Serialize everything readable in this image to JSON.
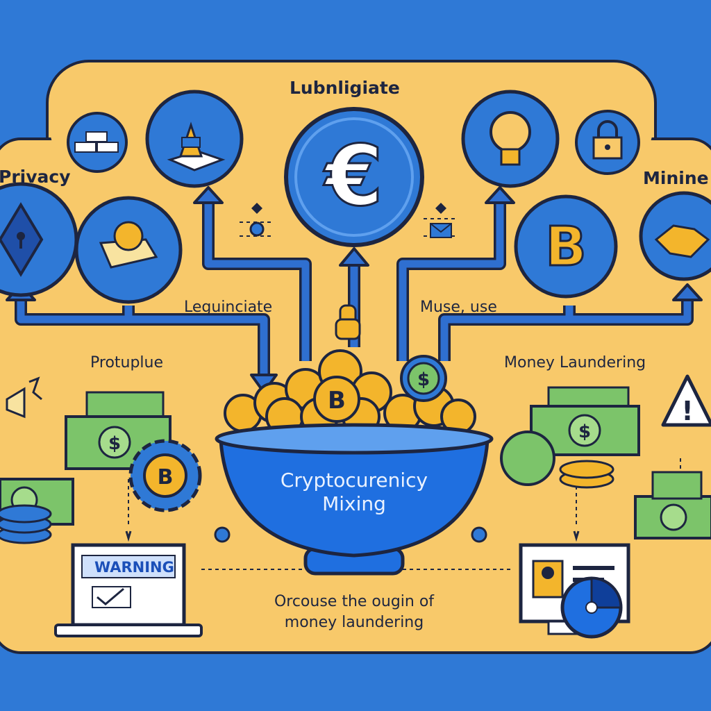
{
  "diagram": {
    "title": "Lubnligiate",
    "labels": {
      "privacy": "Privacy",
      "mining": "Minine",
      "legitimate": "Leguinciate",
      "misuse": "Muse, use",
      "protection": "Protuplue",
      "money_laundering": "Money Laundering"
    },
    "bowl": {
      "line1": "Cryptocurenicy",
      "line2": "Mixing"
    },
    "warning": "WARNING",
    "bottom": {
      "line1": "Orcouse the ougin of",
      "line2": "money laundering"
    },
    "glyphs": {
      "euro": "€",
      "bitcoin": "B",
      "dollar": "$",
      "warning_mark": "!"
    },
    "icons": [
      "gold-bars-icon",
      "crypto-token-icon",
      "euro-icon",
      "lightbulb-icon",
      "padlock-icon",
      "shield-keyhole-icon",
      "coin-wallet-icon",
      "bitcoin-icon",
      "handshake-icon",
      "warning-triangle-icon",
      "laptop-warning-icon",
      "monitor-id-icon",
      "cash-stack-icon",
      "gear-coin-icon"
    ],
    "colors": {
      "background": "#2f79d6",
      "panel": "#f8c96a",
      "primary_blue": "#1f6fe0",
      "outline": "#1d2540",
      "gold": "#f3b52c",
      "cash_green": "#7cc46a"
    }
  }
}
